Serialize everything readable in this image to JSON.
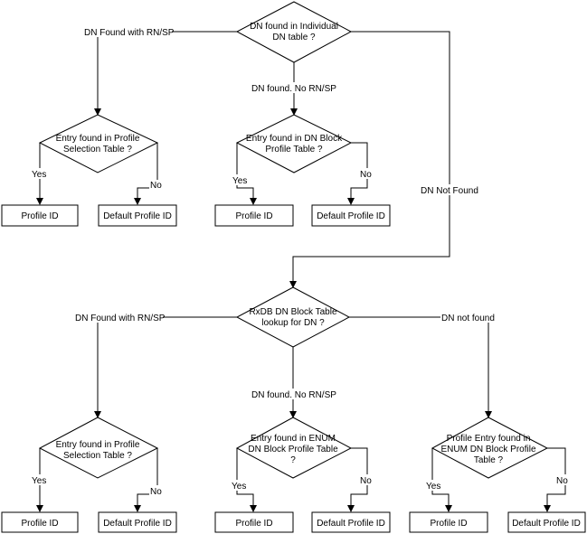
{
  "decisions": {
    "individual_table": [
      "DN found in Individual",
      "DN table ?"
    ],
    "profile_selection_1": [
      "Entry found in Profile",
      "Selection Table ?"
    ],
    "dn_block_profile": [
      "Entry found in DN Block",
      "Profile Table ?"
    ],
    "rxdb_lookup": [
      "RxDB DN Block Table",
      "lookup for DN ?"
    ],
    "profile_selection_2": [
      "Entry found in Profile",
      "Selection Table ?"
    ],
    "enum_dn_block": [
      "Entry found in ENUM",
      "DN Block Profile Table",
      "?"
    ],
    "enum_profile_entry": [
      "Profile Entry found in",
      "ENUM DN Block Profile",
      "Table ?"
    ]
  },
  "results": {
    "profile_id": "Profile ID",
    "default_profile_id": "Default Profile ID"
  },
  "edge_labels": {
    "dn_found_with_rn_sp": "DN Found with RN/SP",
    "dn_found_no_rn_sp": "DN found. No RN/SP",
    "dn_not_found_top": "DN Not Found",
    "dn_not_found_bottom": "DN not found",
    "yes": "Yes",
    "no": "No"
  }
}
